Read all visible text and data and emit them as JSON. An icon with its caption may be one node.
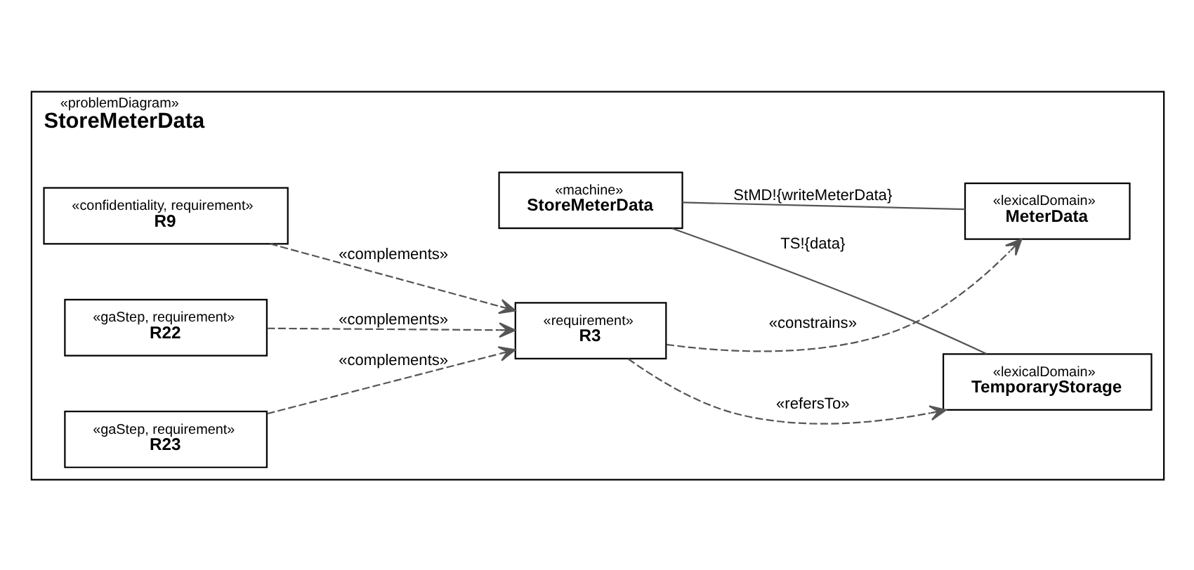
{
  "diagram": {
    "nodes": [
      {
        "text": [
          "«problemDiagram»",
          "StoreMeterData"
        ]
      },
      {
        "text": [
          "«machine»",
          "StoreMeterData"
        ],
        "in": 0
      },
      {
        "text": [
          "«lexicalDomain»",
          "TemporaryStorage"
        ],
        "in": 0
      },
      {
        "text": [
          "«lexicalDomain»",
          "MeterData"
        ],
        "in": 0
      },
      {
        "text": [
          "«confidentiality, requirement»",
          "R9"
        ],
        "in": 0
      },
      {
        "text": [
          "«requirement»",
          "R3"
        ],
        "in": 0
      },
      {
        "text": [
          "«gaStep, requirement»",
          "R22"
        ],
        "in": 0
      },
      {
        "text": [
          "«gaStep, requirement»",
          "R23"
        ],
        "in": 0
      }
    ],
    "edges": [
      {
        "from": 1,
        "to": 2,
        "arrow": "none",
        "label": "TS!{data}"
      },
      {
        "from": 1,
        "to": 3,
        "arrow": "none",
        "label": "StMD!{writeMeterData}"
      },
      {
        "from": 5,
        "to": 2,
        "arrow": "to",
        "style": "dashed",
        "label": "«refersTo»"
      },
      {
        "from": 5,
        "to": 3,
        "arrow": "to",
        "style": "dashed",
        "label": "«constrains»"
      },
      {
        "from": 4,
        "to": 5,
        "arrow": "to",
        "style": "dashed",
        "label": "«complements»"
      },
      {
        "from": 6,
        "to": 5,
        "arrow": "to",
        "style": "dashed",
        "label": "«complements»"
      },
      {
        "from": 7,
        "to": 5,
        "arrow": "to",
        "style": "dashed",
        "label": "«complements»"
      }
    ]
  }
}
